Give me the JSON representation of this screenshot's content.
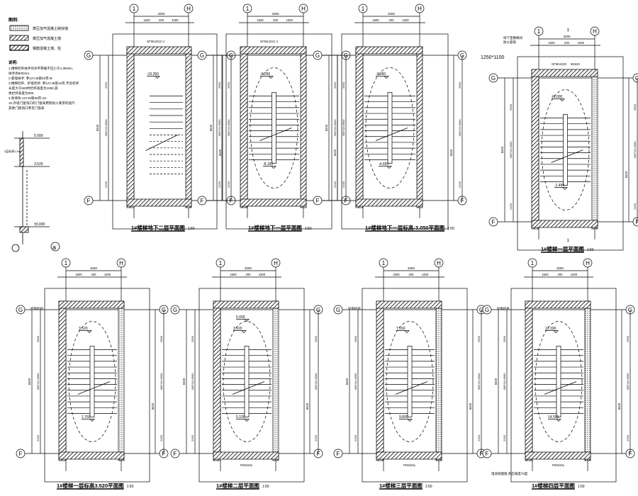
{
  "legend": {
    "title": "图例:",
    "items": [
      "蒸压加气混凝土砌块墙",
      "蒸压加气混凝土墙",
      "钢筋混凝土墙、柱"
    ]
  },
  "notes": {
    "title": "说明:",
    "lines": [
      "1.楼梯栏杆扶手的水平荷载不应小于1.0kN/m,",
      "   扶手高900mm.",
      "2.靠墙扶手: 参12YJ8第63页-B-",
      "3.楼梯栏杆、护窗栏杆: 参12YJ8第15页,平台栏杆",
      "   长度大于500时栏杆高度为1050,其",
      "   余栏杆高度为900.",
      "4.防滑条:12YJ8第68页-10-",
      "10.外墙门窗洞口的门窗采用有防火要求的窗户,",
      "   其余门窗洞口参见门窗表"
    ]
  },
  "detail": {
    "elevations": [
      "5.000",
      "3.520",
      "±0.000"
    ],
    "label": "2层标高1.5m",
    "mark": "a"
  },
  "axes": {
    "col_left": "1",
    "col_right": "H",
    "row_top": "G",
    "row_bottom": "F"
  },
  "dims": {
    "total_width": "3250",
    "segments": [
      "1500",
      "200",
      "1300"
    ],
    "total_height": "8400",
    "flight": "300*13=3900",
    "landing_top": "2950",
    "landing_bottom": "2150"
  },
  "plans": [
    {
      "title": "1#楼梯地下二层平面图",
      "scale": "1:50",
      "elevations": [
        "-10.250"
      ],
      "door": "GFM1221C-1"
    },
    {
      "title": "1#楼梯地下一层平面图",
      "scale": "1:50",
      "elevations": [
        "-6.250",
        "-8.150"
      ],
      "door": "GFM1221C-1"
    },
    {
      "title": "1#楼梯地下一层标高-3.050平面图",
      "scale": "1:50",
      "elevations": [
        "-3.050",
        "-4.650"
      ],
      "door": ""
    },
    {
      "title": "1#楼梯一层平面图",
      "scale": "1:50",
      "elevations": [
        "±0.000",
        "-1.450"
      ],
      "door": "GFM1223C",
      "door2": "M1523",
      "note": "地下室楼梯间\n防火窗窗",
      "note_size": "1250*1100",
      "section_mark": "1"
    },
    {
      "title": "1#楼梯一层标高3.520平面图",
      "scale": "1:50",
      "elevations": [
        "3.520",
        "1.760"
      ],
      "door": "",
      "note": "护窗栏杆"
    },
    {
      "title": "1#楼梯二层平面图",
      "scale": "1:50",
      "elevations": [
        "3.520",
        "5.100",
        "5.000"
      ],
      "door": "FM1521L"
    },
    {
      "title": "1#楼梯三层平面图",
      "scale": "1:50",
      "elevations": [
        "7.550",
        "9.800"
      ],
      "door": "FM1521L",
      "note": "护窗栏杆"
    },
    {
      "title": "1#楼梯四层平面图",
      "scale": "1:50",
      "elevations": [
        "12.330",
        "14.500"
      ],
      "door": "FM1521L",
      "note": "护窗栏杆",
      "note2": "电动排烟窗,开启角度70度"
    }
  ]
}
